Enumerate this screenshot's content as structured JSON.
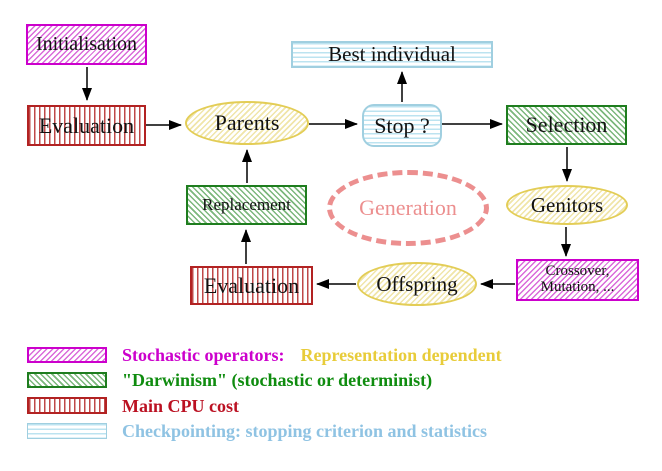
{
  "diagram": {
    "nodes": {
      "initialisation": "Initialisation",
      "evaluation_top": "Evaluation",
      "parents": "Parents",
      "best_individual": "Best individual",
      "stop": "Stop ?",
      "selection": "Selection",
      "replacement": "Replacement",
      "generation": "Generation",
      "genitors": "Genitors",
      "crossover_line1": "Crossover,",
      "crossover_line2": "Mutation, ...",
      "evaluation_bottom": "Evaluation",
      "offspring": "Offspring"
    },
    "edges": [
      {
        "from": "Initialisation",
        "to": "Evaluation"
      },
      {
        "from": "Evaluation",
        "to": "Parents"
      },
      {
        "from": "Parents",
        "to": "Stop ?"
      },
      {
        "from": "Stop ?",
        "to": "Best individual"
      },
      {
        "from": "Stop ?",
        "to": "Selection"
      },
      {
        "from": "Selection",
        "to": "Genitors"
      },
      {
        "from": "Genitors",
        "to": "Crossover, Mutation, ..."
      },
      {
        "from": "Crossover, Mutation, ...",
        "to": "Offspring"
      },
      {
        "from": "Offspring",
        "to": "Evaluation"
      },
      {
        "from": "Evaluation",
        "to": "Replacement"
      },
      {
        "from": "Replacement",
        "to": "Parents"
      }
    ]
  },
  "legend": {
    "rows": [
      {
        "swatch": "magenta-diagonal-hatch",
        "text": "Stochastic operators:",
        "text2": "Representation dependent"
      },
      {
        "swatch": "green-diagonal-hatch",
        "text": "\"Darwinism\" (stochastic or determinist)"
      },
      {
        "swatch": "red-vertical-stripes",
        "text": "Main CPU cost"
      },
      {
        "swatch": "cyan-horizontal-stripes",
        "text": "Checkpointing: stopping criterion and statistics"
      }
    ]
  },
  "colors": {
    "magenta": "#cc00cc",
    "green": "#1e7d1e",
    "red": "#b22222",
    "cyan": "#a0cfe0",
    "yellow": "#e3cd56",
    "salmon": "#ec8f8f",
    "legend_text_magenta": "#cc00cc",
    "legend_text_gold": "#e8cc3a",
    "legend_text_green": "#0f8c0f",
    "legend_text_red": "#bb1122",
    "legend_text_cyan": "#8fc3e3"
  }
}
